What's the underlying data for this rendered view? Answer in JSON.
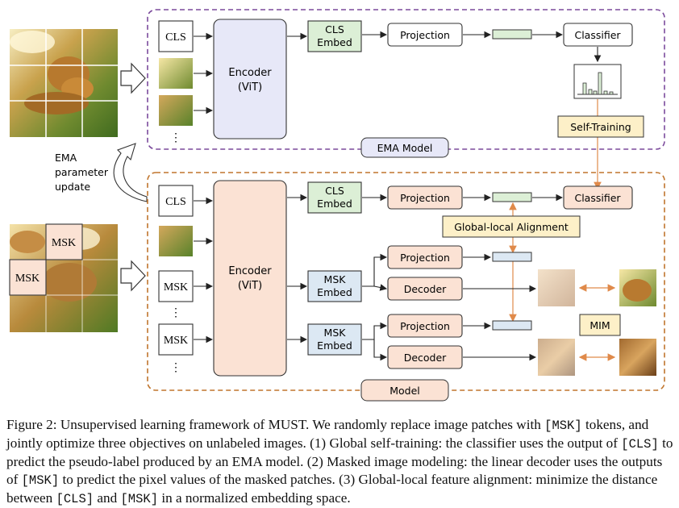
{
  "ema_model": {
    "label": "EMA Model",
    "cls_token": "CLS",
    "encoder_line1": "Encoder",
    "encoder_line2": "(ViT)",
    "cls_embed_line1": "CLS",
    "cls_embed_line2": "Embed",
    "projection": "Projection",
    "classifier": "Classifier",
    "ellipsis": "⋮"
  },
  "self_training": "Self-Training",
  "ema_update": {
    "line1": "EMA",
    "line2": "parameter",
    "line3": "update"
  },
  "model": {
    "label": "Model",
    "cls_token": "CLS",
    "msk_token": "MSK",
    "encoder_line1": "Encoder",
    "encoder_line2": "(ViT)",
    "cls_embed_line1": "CLS",
    "cls_embed_line2": "Embed",
    "msk_embed_line1": "MSK",
    "msk_embed_line2": "Embed",
    "projection": "Projection",
    "decoder": "Decoder",
    "classifier": "Classifier",
    "ellipsis": "⋮"
  },
  "global_local_alignment": "Global-local Alignment",
  "mim": "MIM",
  "masked_image": {
    "msk_label_top": "MSK",
    "msk_label_left": "MSK"
  },
  "colors": {
    "ema_border": "#7b4a9c",
    "model_border": "#c0752d",
    "ema_fill": "#e7e8f8",
    "model_fill": "#fbe2d4",
    "embed_green": "#dcefd6",
    "embed_blue": "#dce8f3",
    "highlight_yellow": "#fdf0c8",
    "arrow_orange": "#e08a4a"
  },
  "caption": {
    "p1": "Figure 2: Unsupervised learning framework of MUST. We randomly replace image patches with ",
    "c1": "[MSK]",
    "p2": " tokens, and jointly optimize three objectives on unlabeled images. (1) Global self-training: the classifier uses the output of ",
    "c2": "[CLS]",
    "p3": " to predict the pseudo-label produced by an EMA model. (2) Masked image modeling: the linear decoder uses the outputs of ",
    "c3": "[MSK]",
    "p4": " to predict the pixel values of the masked patches. (3) Global-local feature alignment: minimize the distance between ",
    "c4": "[CLS]",
    "p5": " and ",
    "c5": "[MSK]",
    "p6": " in a normalized embedding space."
  }
}
